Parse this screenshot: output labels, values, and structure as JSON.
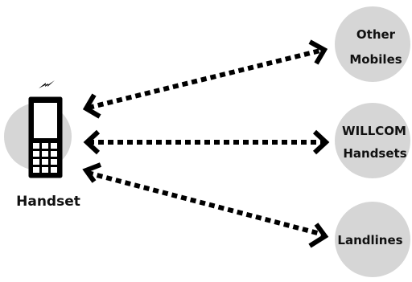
{
  "handset": {
    "label": "Handset",
    "icon": "mobile-phone-icon",
    "signal_icon": "lightning-signal-icon"
  },
  "destinations": [
    {
      "id": "other-mobiles",
      "lines": [
        "Other",
        "Mobiles"
      ]
    },
    {
      "id": "willcom-handsets",
      "lines": [
        "WILLCOM",
        "Handsets"
      ]
    },
    {
      "id": "landlines",
      "lines": [
        "Landlines"
      ]
    }
  ],
  "colors": {
    "circle": "#d6d6d6",
    "stroke": "#000000",
    "phone_screen": "#ffffff"
  }
}
